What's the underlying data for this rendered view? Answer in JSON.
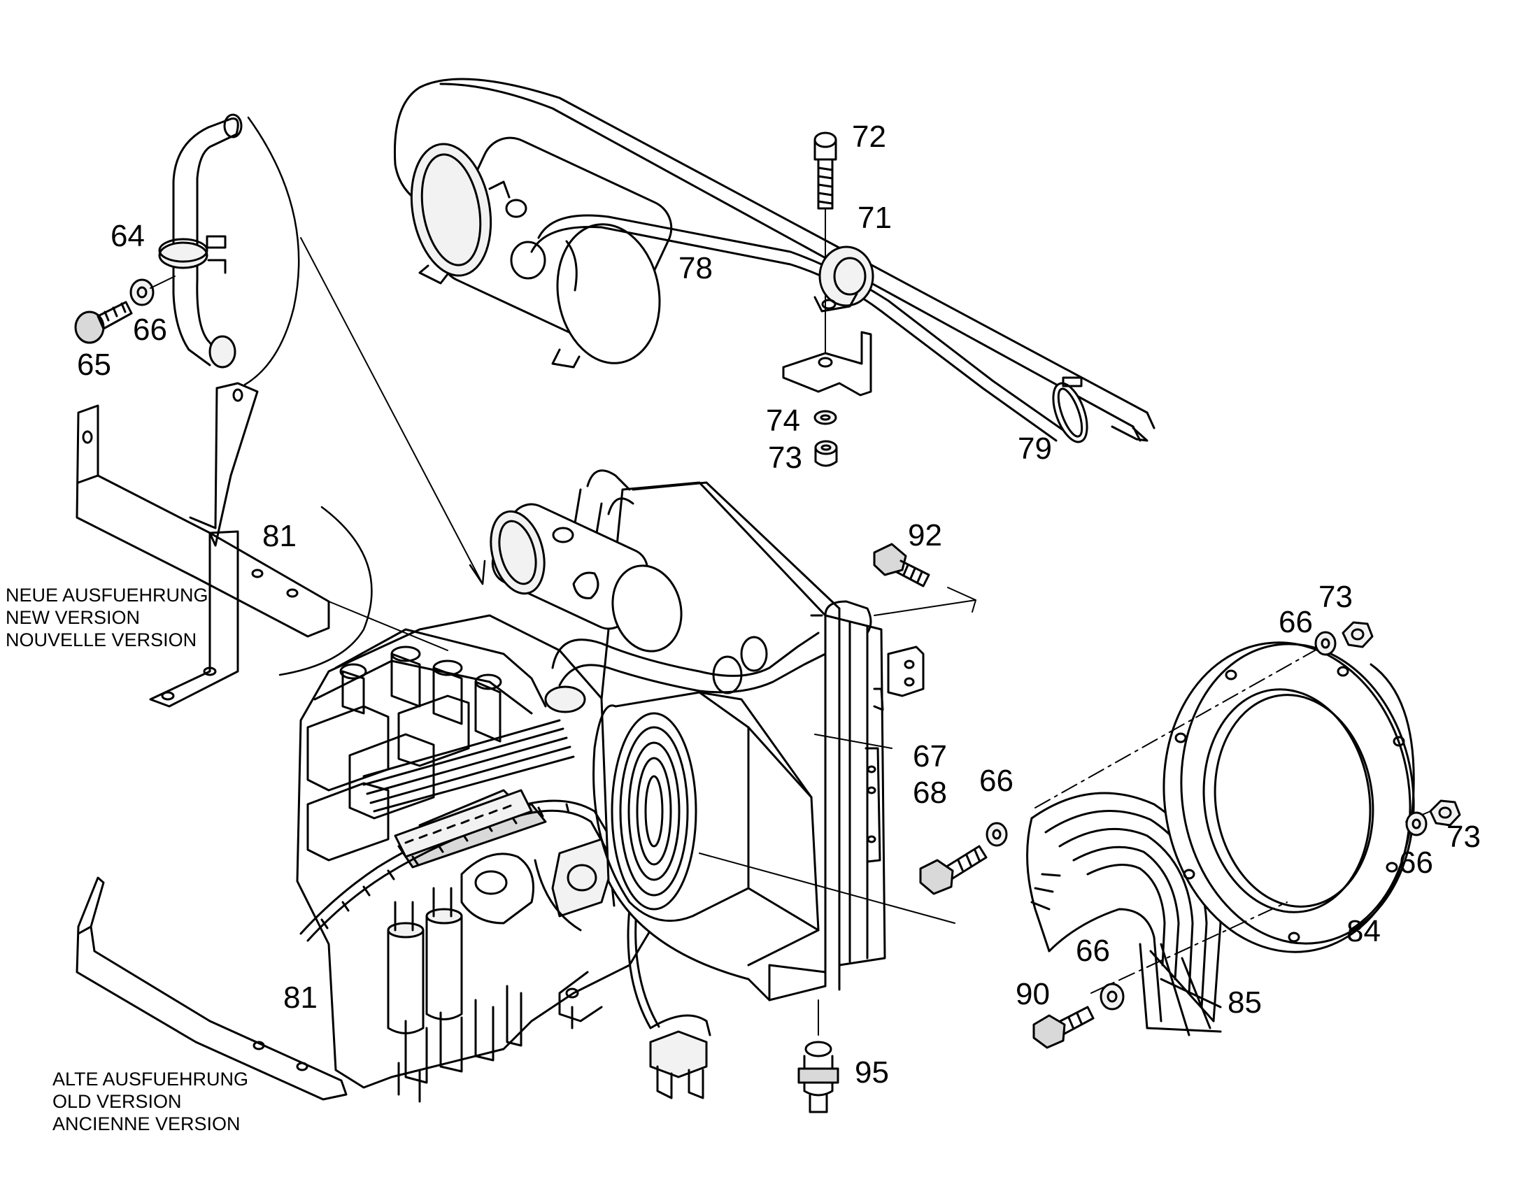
{
  "colors": {
    "line": "#000000",
    "paper": "#ffffff",
    "metal": "#f2f2f2",
    "shade": "#d9d9d9"
  },
  "part_labels": [
    "64",
    "65",
    "66",
    "72",
    "71",
    "78",
    "74",
    "73",
    "79",
    "81",
    "92",
    "73",
    "66",
    "67",
    "68",
    "66",
    "73",
    "66",
    "84",
    "66",
    "90",
    "85",
    "81",
    "95"
  ],
  "version_notes": {
    "new": [
      "NEUE AUSFUEHRUNG",
      "NEW VERSION",
      "NOUVELLE VERSION"
    ],
    "old": [
      "ALTE AUSFUEHRUNG",
      "OLD VERSION",
      "ANCIENNE VERSION"
    ]
  }
}
